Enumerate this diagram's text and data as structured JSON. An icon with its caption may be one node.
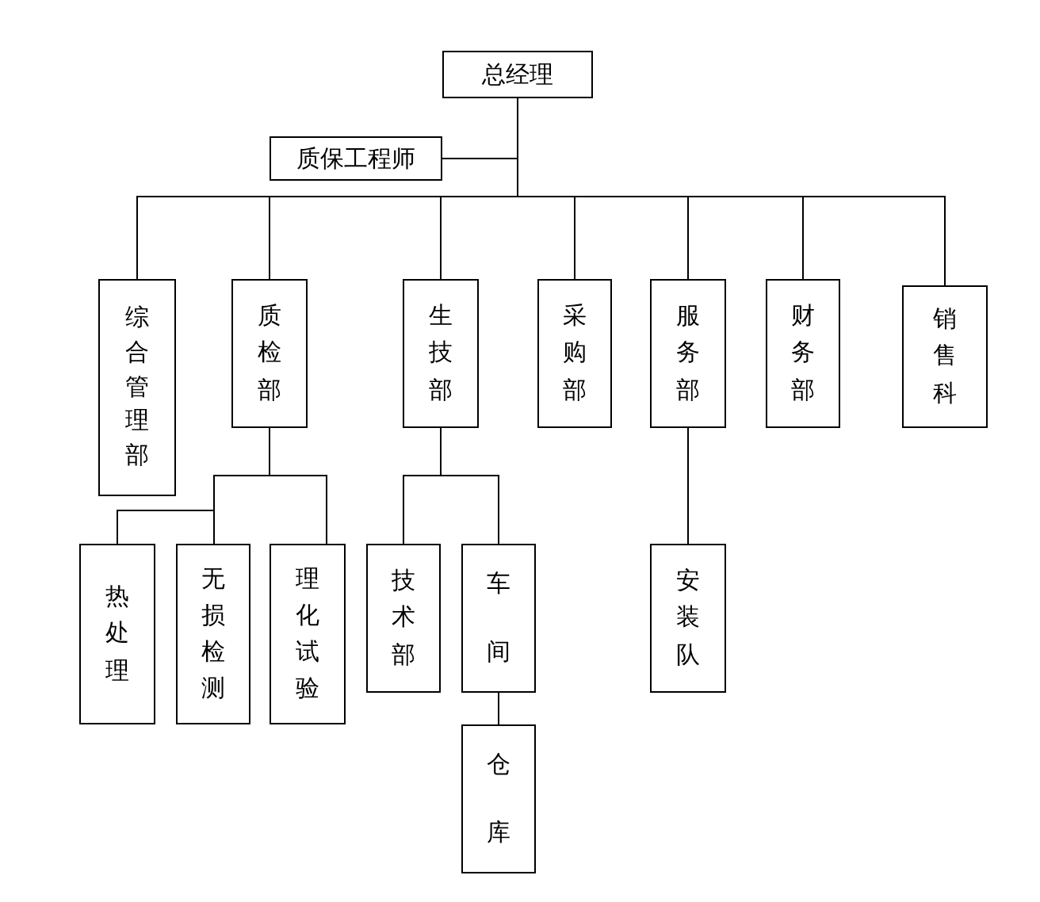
{
  "diagram": {
    "nodes": [
      {
        "text": [
          "总经理"
        ]
      },
      {
        "text": [
          "质保工程师"
        ]
      },
      {
        "text": [
          "综合管理部"
        ]
      },
      {
        "text": [
          "质检部"
        ]
      },
      {
        "text": [
          "生技部"
        ]
      },
      {
        "text": [
          "采购部"
        ]
      },
      {
        "text": [
          "服务部"
        ]
      },
      {
        "text": [
          "财务部"
        ]
      },
      {
        "text": [
          "销售科"
        ]
      },
      {
        "text": [
          "热处理"
        ]
      },
      {
        "text": [
          "无损检测"
        ]
      },
      {
        "text": [
          "理化试验"
        ]
      },
      {
        "text": [
          "技术部"
        ]
      },
      {
        "text": [
          "车间"
        ]
      },
      {
        "text": [
          "仓库"
        ]
      },
      {
        "text": [
          "安装队"
        ]
      }
    ],
    "edges": [
      {
        "from": 0,
        "to": 1,
        "arrow": "none"
      },
      {
        "from": 0,
        "to": 2,
        "arrow": "none"
      },
      {
        "from": 0,
        "to": 3,
        "arrow": "none"
      },
      {
        "from": 0,
        "to": 4,
        "arrow": "none"
      },
      {
        "from": 0,
        "to": 5,
        "arrow": "none"
      },
      {
        "from": 0,
        "to": 6,
        "arrow": "none"
      },
      {
        "from": 0,
        "to": 7,
        "arrow": "none"
      },
      {
        "from": 0,
        "to": 8,
        "arrow": "none"
      },
      {
        "from": 3,
        "to": 9,
        "arrow": "none"
      },
      {
        "from": 3,
        "to": 10,
        "arrow": "none"
      },
      {
        "from": 3,
        "to": 11,
        "arrow": "none"
      },
      {
        "from": 4,
        "to": 12,
        "arrow": "none"
      },
      {
        "from": 4,
        "to": 13,
        "arrow": "none"
      },
      {
        "from": 13,
        "to": 14,
        "arrow": "none"
      },
      {
        "from": 6,
        "to": 15,
        "arrow": "none"
      }
    ]
  }
}
